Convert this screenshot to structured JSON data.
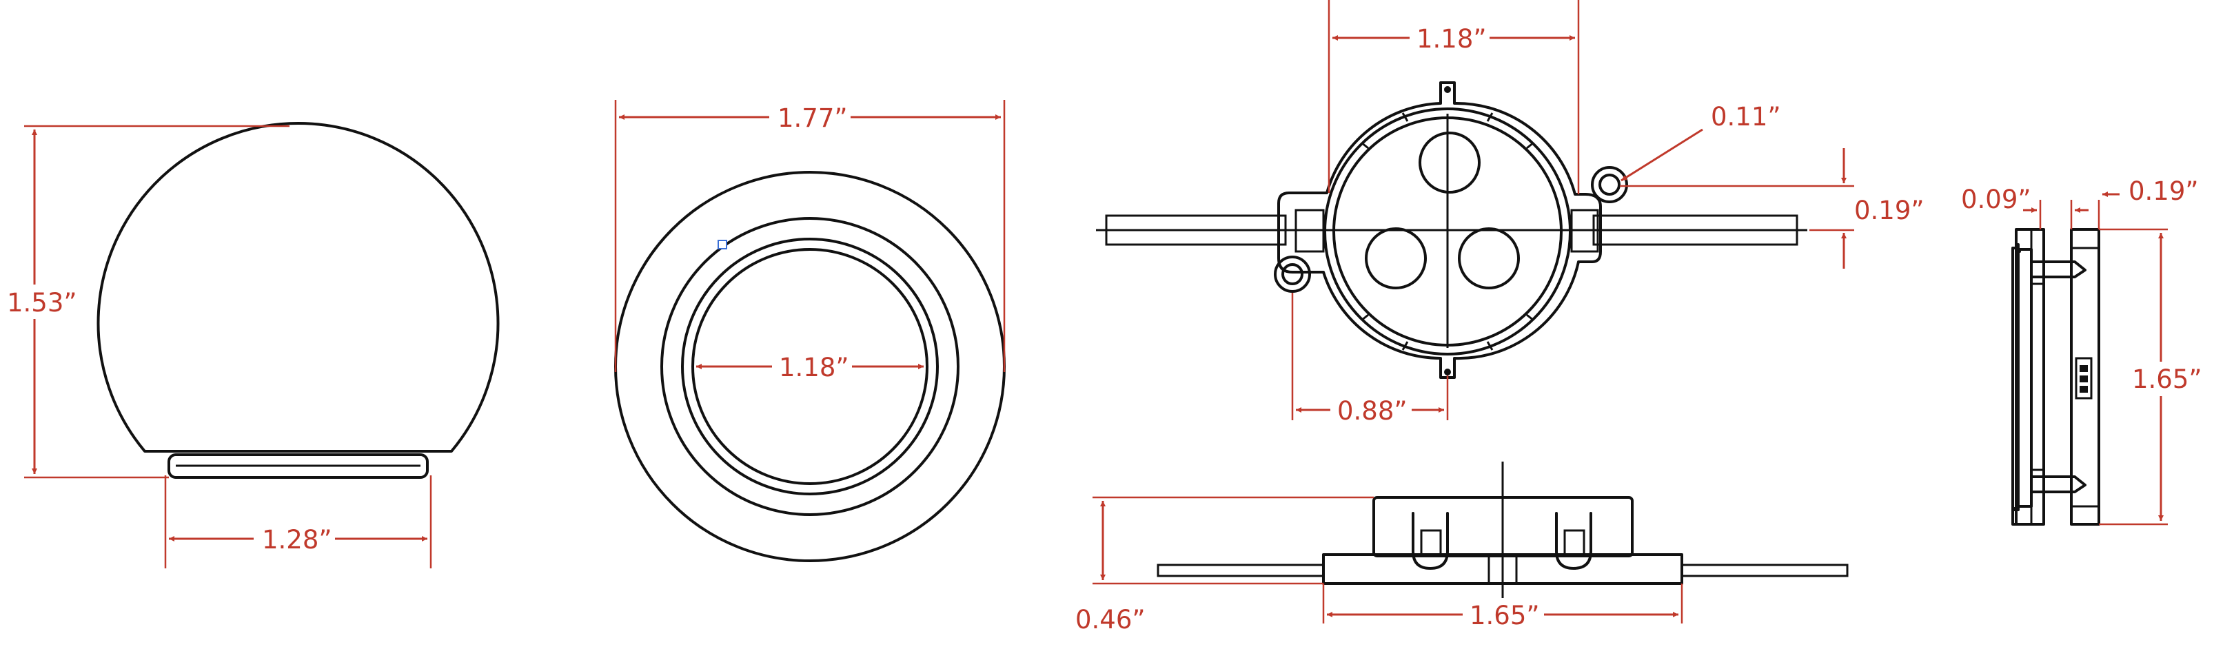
{
  "colors": {
    "dimension": "#c0392b",
    "outline": "#111111",
    "background": "#ffffff"
  },
  "dimensions": {
    "dome_height": "1.53”",
    "dome_base_width": "1.28”",
    "cap_outer_diameter": "1.77”",
    "cap_inner_diameter": "1.18”",
    "module_body_diameter": "1.18”",
    "mount_hole_diameter": "0.11”",
    "cable_width": "0.19”",
    "hole_offset": "0.88”",
    "side_thickness_a": "0.09”",
    "side_thickness_b": "0.19”",
    "side_height": "1.65”",
    "front_height": "0.46”",
    "front_width": "1.65”"
  }
}
